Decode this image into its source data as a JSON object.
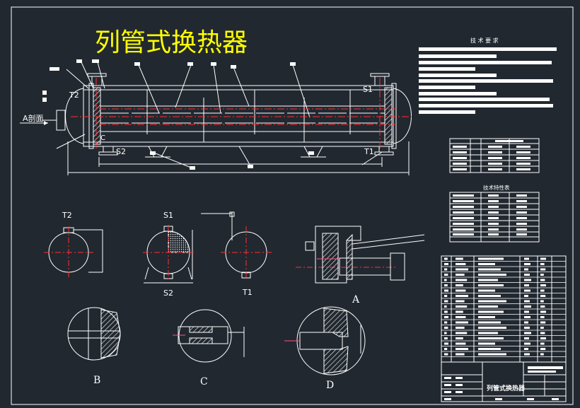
{
  "drawing": {
    "title": "列管式换热器",
    "tech_requirements_heading": "技 术 要 求",
    "tech_spec_heading": "技术特性表",
    "titleblock_name": "列管式换热器"
  },
  "labels": {
    "view_a_arrow": "A剖面",
    "c_marker": "C",
    "nozzle_t2": "T2",
    "nozzle_s1": "S1",
    "nozzle_s2": "S2",
    "nozzle_t1": "T1",
    "detail_a": "A",
    "detail_b": "B",
    "detail_c": "C",
    "detail_d": "D"
  },
  "colors": {
    "background": "#212830",
    "line": "#ffffff",
    "title": "#ffff00",
    "centerline": "#ff3030",
    "dimension": "#ff5577",
    "hatch": "#ffffff"
  }
}
